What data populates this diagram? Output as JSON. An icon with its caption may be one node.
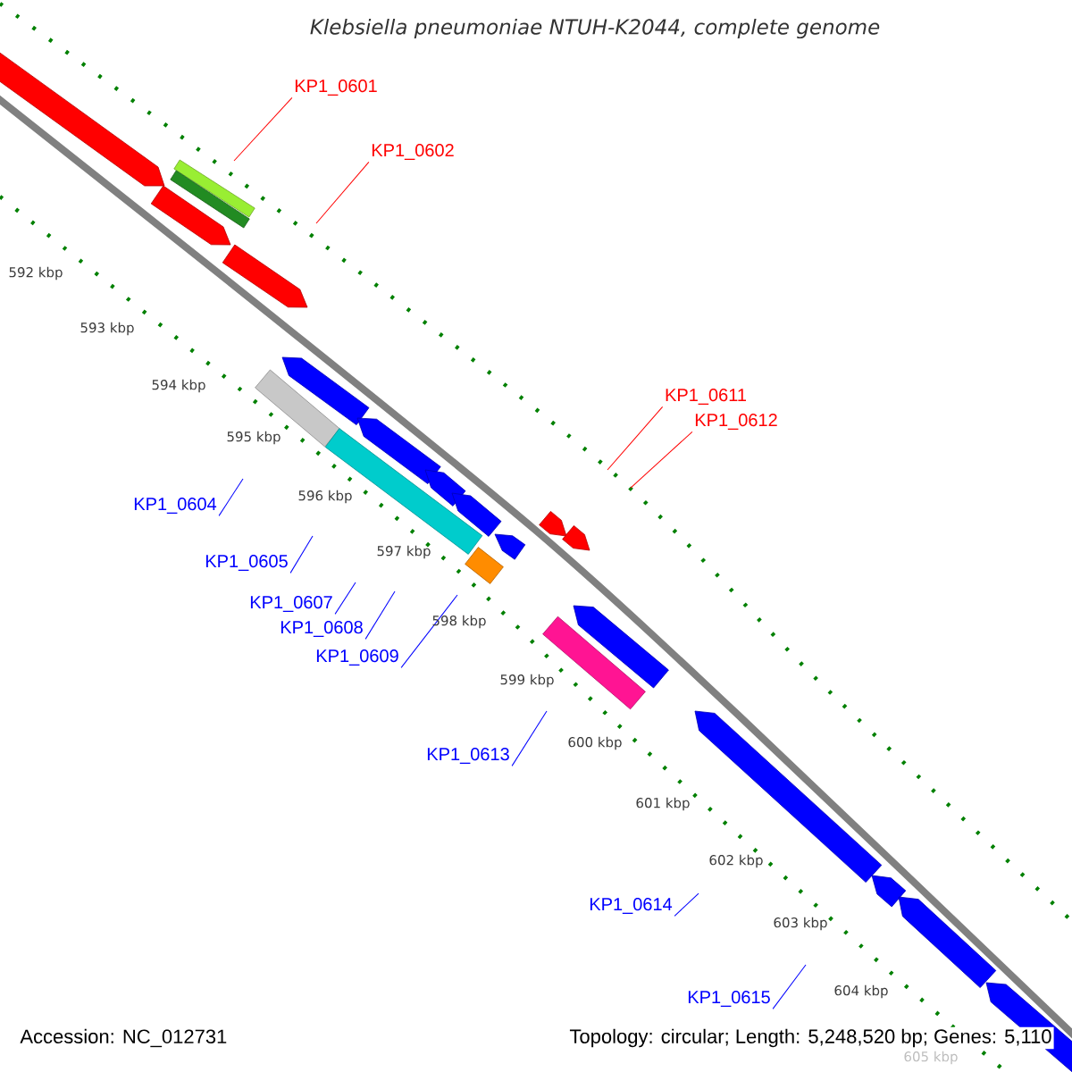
{
  "diagram": {
    "title": "Klebsiella pneumoniae NTUH-K2044, complete genome",
    "nodes": [
      {
        "text": [
          "KP1_0601"
        ]
      },
      {
        "text": [
          "KP1_0602"
        ]
      },
      {
        "text": [
          "KP1_0611"
        ]
      },
      {
        "text": [
          "KP1_0612"
        ]
      },
      {
        "text": [
          "KP1_0604"
        ]
      },
      {
        "text": [
          "KP1_0605"
        ]
      },
      {
        "text": [
          "KP1_0607"
        ]
      },
      {
        "text": [
          "KP1_0608"
        ]
      },
      {
        "text": [
          "KP1_0609"
        ]
      },
      {
        "text": [
          "KP1_0613"
        ]
      },
      {
        "text": [
          "KP1_0614"
        ]
      },
      {
        "text": [
          "KP1_0615"
        ]
      }
    ],
    "edges": [
      {
        "from": 0,
        "to": null,
        "arrow": "none",
        "color": "#ff0000"
      },
      {
        "from": 1,
        "to": null,
        "arrow": "none",
        "color": "#ff0000"
      },
      {
        "from": 2,
        "to": null,
        "arrow": "none",
        "color": "#ff0000"
      },
      {
        "from": 3,
        "to": null,
        "arrow": "none",
        "color": "#ff0000"
      },
      {
        "from": 4,
        "to": null,
        "arrow": "none"
      },
      {
        "from": 5,
        "to": null,
        "arrow": "none"
      },
      {
        "from": 6,
        "to": null,
        "arrow": "none"
      },
      {
        "from": 7,
        "to": null,
        "arrow": "none"
      },
      {
        "from": 8,
        "to": null,
        "arrow": "none"
      },
      {
        "from": 9,
        "to": null,
        "arrow": "none"
      },
      {
        "from": 10,
        "to": null,
        "arrow": "none"
      },
      {
        "from": 11,
        "to": null,
        "arrow": "none"
      }
    ],
    "labels": [
      "592 kbp",
      "593 kbp",
      "594 kbp",
      "595 kbp",
      "596 kbp",
      "597 kbp",
      "598 kbp",
      "599 kbp",
      "600 kbp",
      "601 kbp",
      "602 kbp",
      "603 kbp",
      "604 kbp",
      "605 kbp",
      "Accession: NC_012731",
      "Topology: circular; Length: 5,248,520 bp; Genes: 5,110"
    ]
  }
}
